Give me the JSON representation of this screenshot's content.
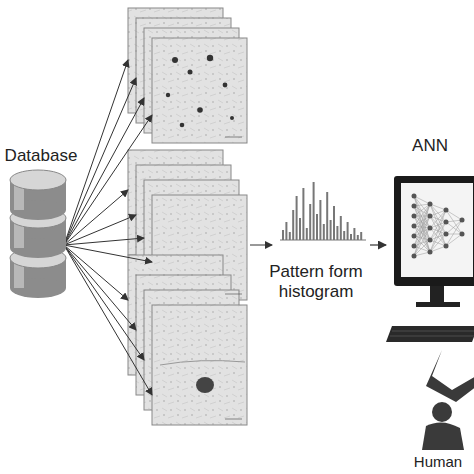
{
  "diagram": {
    "nodes": [
      {
        "text": [
          "Database"
        ]
      },
      {
        "text": [
          "Pattern form histogram"
        ]
      },
      {
        "text": [
          "ANN"
        ]
      },
      {
        "text": [
          "Human"
        ]
      }
    ],
    "edges": [
      {
        "from": 1,
        "to": 2,
        "arrow": "to"
      }
    ]
  }
}
